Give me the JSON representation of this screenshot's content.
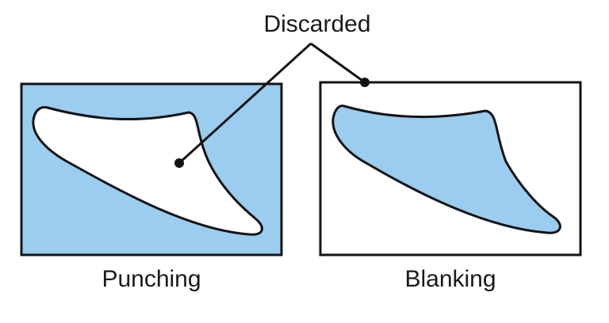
{
  "labels": {
    "discarded": "Discarded",
    "punching": "Punching",
    "blanking": "Blanking"
  },
  "colors": {
    "fill": "#9acdef",
    "stroke": "#141414",
    "background": "#ffffff"
  }
}
